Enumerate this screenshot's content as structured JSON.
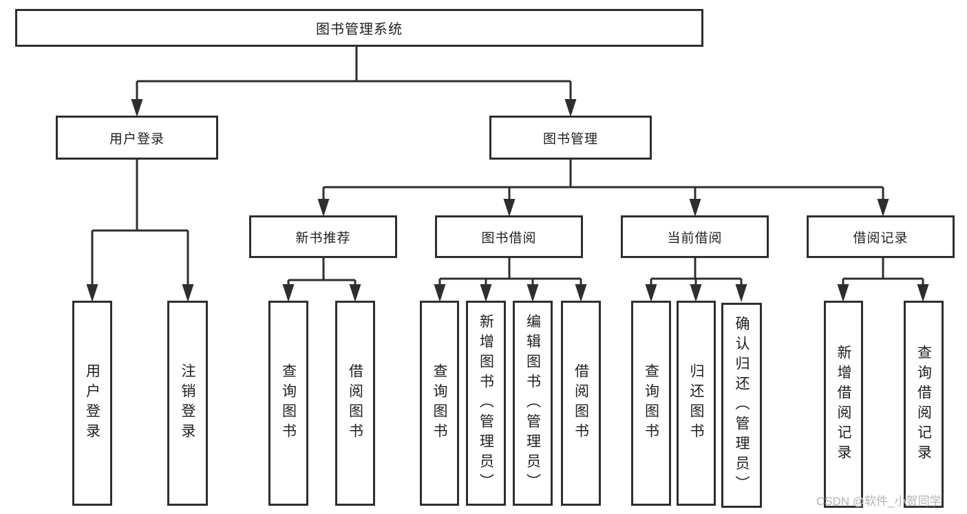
{
  "diagram": {
    "root": {
      "label": "图书管理系统"
    },
    "level2": [
      {
        "label": "用户登录"
      },
      {
        "label": "图书管理"
      }
    ],
    "level3": [
      {
        "label": "新书推荐"
      },
      {
        "label": "图书借阅"
      },
      {
        "label": "当前借阅"
      },
      {
        "label": "借阅记录"
      }
    ],
    "leaves": {
      "user_login": [
        {
          "label": "用户登录"
        },
        {
          "label": "注销登录"
        }
      ],
      "new_books": [
        {
          "label": "查询图书"
        },
        {
          "label": "借阅图书"
        }
      ],
      "book_borrow": [
        {
          "label": "查询图书"
        },
        {
          "label": "新增图书（管理员）"
        },
        {
          "label": "编辑图书（管理员）"
        },
        {
          "label": "借阅图书"
        }
      ],
      "current_borrow": [
        {
          "label": "查询图书"
        },
        {
          "label": "归还图书"
        },
        {
          "label": "确认归还（管理员）"
        }
      ],
      "borrow_records": [
        {
          "label": "新增借阅记录"
        },
        {
          "label": "查询借阅记录"
        }
      ]
    }
  },
  "watermark": {
    "text": "CSDN @软件_小贺同学",
    "color": "#b3b3b3"
  },
  "colors": {
    "line": "#2e2e2e",
    "box_border": "#2e2e2e",
    "background": "#ffffff",
    "text": "#1f1f1f"
  }
}
